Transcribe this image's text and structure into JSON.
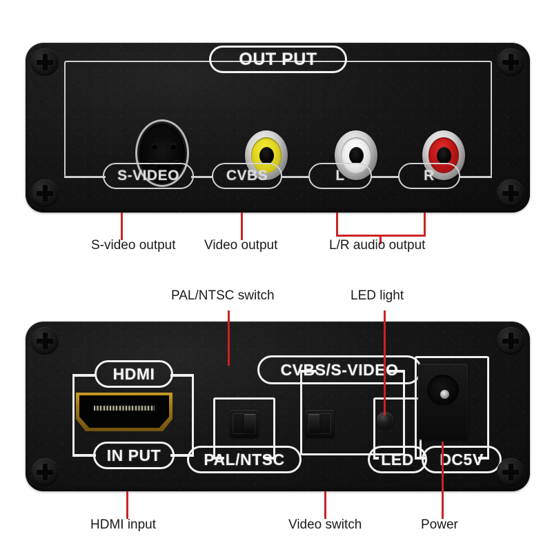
{
  "diagram": {
    "title": "HDMI to AV converter port diagram",
    "accent_color": "#cc2222",
    "panel_color": "#141414",
    "silkscreen_color": "#dcdcdc"
  },
  "top_panel": {
    "heading": "OUT PUT",
    "port_labels": {
      "svideo": "S-VIDEO",
      "cvbs": "CVBS",
      "left": "L",
      "right": "R"
    },
    "jack_colors": {
      "cvbs": "#e8e02a",
      "left": "#f2f2f2",
      "right": "#c21414"
    }
  },
  "bottom_panel": {
    "port_labels": {
      "hdmi": "HDMI",
      "input": "IN PUT",
      "pal_ntsc": "PAL/NTSC",
      "cvbs_svideo": "CVBS/S-VIDEO",
      "led": "LED",
      "dc": "DC5V"
    }
  },
  "annotations": {
    "top": [
      {
        "id": "svideo-output",
        "text": "S-video output"
      },
      {
        "id": "video-output",
        "text": "Video output"
      },
      {
        "id": "lr-audio-output",
        "text": "L/R audio output"
      }
    ],
    "middle": [
      {
        "id": "pal-ntsc-switch",
        "text": "PAL/NTSC switch"
      },
      {
        "id": "led-light",
        "text": "LED light"
      }
    ],
    "bottom": [
      {
        "id": "hdmi-input",
        "text": "HDMI  input"
      },
      {
        "id": "video-switch",
        "text": "Video switch"
      },
      {
        "id": "power",
        "text": "Power"
      }
    ]
  }
}
